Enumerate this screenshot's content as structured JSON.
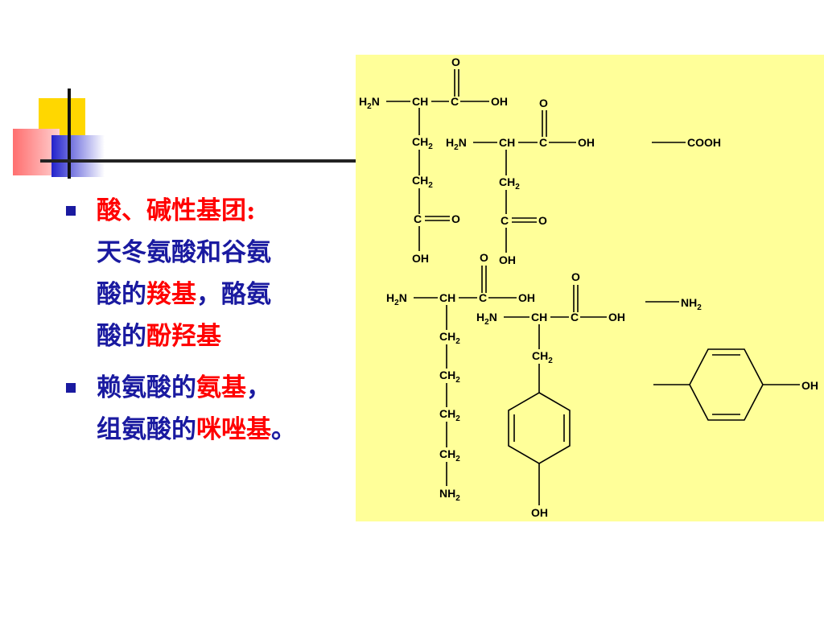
{
  "bullet1": {
    "heading": "酸、碱性基团:",
    "line1": "天冬氨酸和谷氨",
    "line2_a": "酸的",
    "line2_b": "羧基",
    "line2_c": "，酪氨",
    "line3_a": "酸的",
    "line3_b": "酚羟基"
  },
  "bullet2": {
    "line1_a": "赖氨酸的",
    "line1_b": "氨基",
    "line1_c": "，",
    "line2_a": "组氨酸的",
    "line2_b": "咪唑基",
    "line2_c": "。"
  },
  "structures": {
    "O": "O",
    "OH": "OH",
    "H2N": "H2N",
    "CH": "CH",
    "C": "C",
    "CH2": "CH2",
    "NH2": "NH2",
    "COOH": "COOH"
  },
  "colors": {
    "red": "#ff0000",
    "blue": "#1a1aa0",
    "panel": "#ffff99"
  }
}
